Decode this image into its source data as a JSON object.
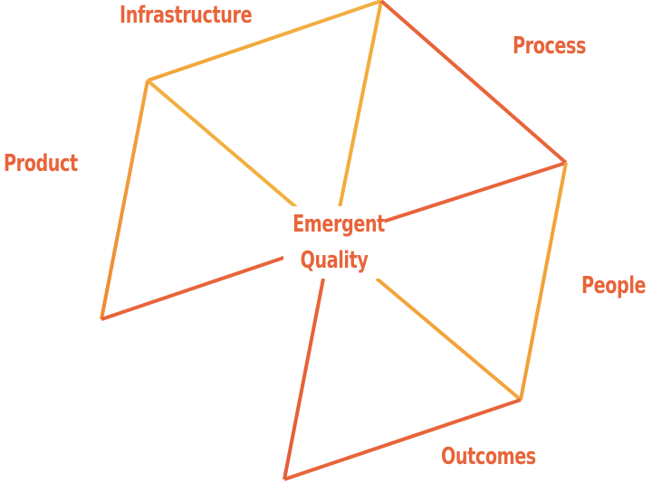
{
  "colors": {
    "label": "#e8643a",
    "line_orange": "#f2a43c",
    "line_red": "#e8643a",
    "background": "#ffffff"
  },
  "labels": {
    "infrastructure": "Infrastructure",
    "process": "Process",
    "product": "Product",
    "people": "People",
    "outcomes": "Outcomes"
  },
  "center": {
    "line1": "Emergent",
    "line2": "Quality"
  }
}
